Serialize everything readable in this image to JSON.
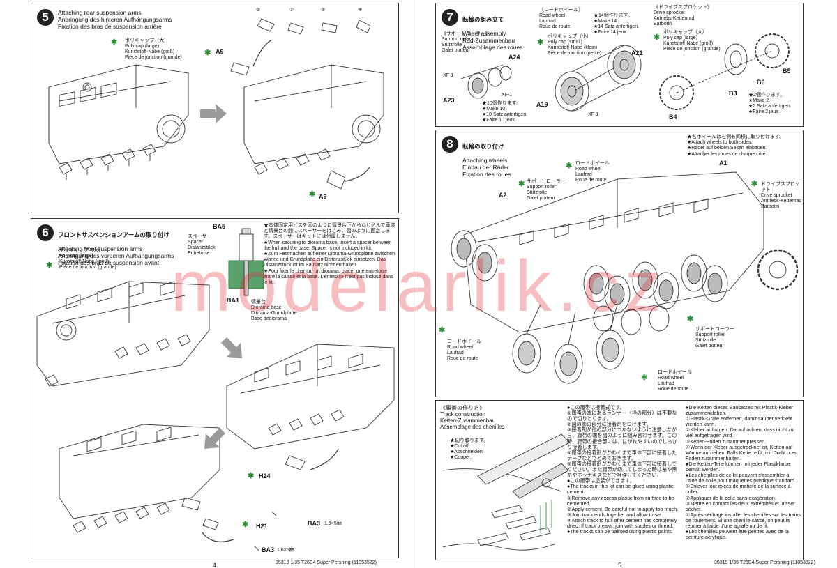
{
  "watermark": "modelarlik.cz",
  "left_page": {
    "page_number": "4",
    "footer": "35319 1/35 T26E4 Super Pershing (11053522)",
    "step5": {
      "number": "5",
      "title": "Attaching rear suspension arms\nAnbringung des hinteren Aufhängungsarms\nFixation des bras de suspension arrière",
      "circle_labels": [
        "①",
        "②",
        "③",
        "④"
      ],
      "poly_cap": "ポリキャップ（大）\nPoly cap (large)\nKunststoff-Nabe (groß)\nPièce de jonction (grande)",
      "part_a9_top": "A9",
      "part_a9_bottom": "A9"
    },
    "step6": {
      "number": "6",
      "title_jp": "フロントサスペンションアームの取り付け",
      "title": "Attaching front suspension arms\nAnbringung des vorderen Aufhängungsarms\nFixation des bras de suspension avant",
      "poly_cap": "ポリキャップ（大）\nPoly cap (large)\nKunststoff-Nabe (groß)\nPièce de jonction (grande)",
      "spacer": "スペーサー\nSpacer\nDistanzstück\nEntretoise",
      "part_ba5": "BA5",
      "part_ba1": "BA1",
      "diorama_base": "情景台\nDiorama base\nDiorama-Grundplatte\nBase dediorama",
      "note": "★本体固定用ビスを図のように情景台下からねじ込んで車体と情景台の間にスペーサーをはさみ、図のように固定します。スペーサーはキットには付属しません。\n★When securing to diorama base, insert a spacer between the hull and the base. Spacer is not included in kit.\n★Zum Festmachen auf einer Diorama-Grundplatte zwischen Wanne und Grundplatte ein Distanzstück einsetzen. Das Distanzstück ist im Bausatz nicht enthalten.\n★Pour fixer le char sur un diorama, placer une entretoise entre la caisse et la base. L'entetoise n'est pas incluse dans le kit.",
      "part_h24": "H24",
      "part_h21": "H21",
      "part_ba3_a": "BA3",
      "screw_a": "1.6×5㎜",
      "part_ba3_b": "BA3",
      "screw_b": "1.6×5㎜"
    }
  },
  "right_page": {
    "page_number": "5",
    "footer": "35319 1/35 T26E4 Super Pershing (11053522)",
    "step7": {
      "number": "7",
      "title_jp": "転輪の組み立て",
      "title": "Wheel assembly\nRad-Zusammenbau\nAssemblage des roues",
      "support_roller": "《サポートローラー》\nSupport roller\nStützrolle\nGalet porteur",
      "road_wheel": "《ロードホイール》\nRoad wheel\nLaufrad\nRoue de route",
      "road_wheel_qty": "★14個作ります。\n★Make 14.\n★14 Satz anfertigen.\n★Faire 14 jeux.",
      "drive_sprocket": "《ドライブスプロケット》\nDrive sprocket\nAntriebs-Kettenrad\nBarbotin",
      "poly_cap_small": "ポリキャップ（小）\nPoly cap (small)\nKunststoff-Nabe (klein)\nPièce de jonction (petite)",
      "poly_cap_large": "ポリキャップ（大）\nPoly cap (large)\nKunststoff-Nabe (groß)\nPièce de jonction (grande)",
      "support_qty": "★10個作ります。\n★Make 10.\n★10 Satz anfertigen.\n★Faire 10 jeux.",
      "sprocket_qty": "★2個作ります。\n★Make 2.\n★2 Satz anfertigen.\n★Faire 2 jeux.",
      "parts": {
        "a24": "A24",
        "a23": "A23",
        "xf1_a": "XF-1",
        "xf1_b": "XF-1",
        "xf1_c": "XF-1",
        "a21": "A21",
        "a19": "A19",
        "b5": "B5",
        "b6": "B6",
        "b3": "B3",
        "b4": "B4"
      }
    },
    "step8": {
      "number": "8",
      "title_jp": "転輪の取り付け",
      "title": "Attaching wheels\nEinbau der Räder\nFixation des roues",
      "note": "★各ホイールは右側も同様に取り付けます。\n★Attach wheels to both sides.\n★Räder auf beiden Seiten einbauen.\n★Attacher les roues de chaque côté.",
      "road_wheel_top": "ロードホイール\nRoad wheel\nLaufrad\nRoue de route",
      "support_roller_top": "サポートローラー\nSupport roller\nStützrolle\nGalet porteur",
      "drive_sprocket": "ドライブスプロケット\nDrive sprocket\nAntriebs-Kettenrad\nBarbotin",
      "road_wheel_left": "ロードホイール\nRoad wheel\nLaufrad\nRoue de route",
      "support_roller_bottom": "サポートローラー\nSupport roller\nStützrolle\nGalet porteur",
      "road_wheel_bottom": "ロードホイール\nRoad wheel\nLaufrad\nRoue de route",
      "part_a1": "A1",
      "part_a2": "A2"
    },
    "track": {
      "title": "《履帯の作り方》\nTrack construction\nKetten-Zusammenbau\nAssemblage des chenilles",
      "cut_off": "★切り取ります。\n★Cut off.\n★Abschneiden.\n★Couper.",
      "col1": "●この履帯は接着式です。\n①履帯の端にあるランナー（枠の部分）は不要なので切りとります。\n②図の影の部分に接着剤をつけます。\n③接着剤が他の部分につかないように注意しながら、履帯の端を図のように組み合わせます。この時、履帯の接合部には、はがれやすいのでしっかり接着します。\n④履帯の接着剤がかわくまで車体下部に接着したテープなどでとめておきます。\n⑤履帯の接着剤がかわくまで車体下部に接着してください。また履帯が切れてしまった時は糸や黒糸やホッチキスなどで補強してください。\n●この履帯は塗装ができます。\n●The tracks in this kit can be glued using plastic cement.\n①Remove any excess plastic from surface to be cemented.\n②Apply cement. Be careful not to apply too much.\n③Join track ends together and allow to set.\n④Attach track to hull after cement has completely dried. If track breaks, join with staples or thread.\n●The tracks can be painted using plastic paints.",
      "col2": "●Die Ketten dieses Bausatzes mit Plastik-Kleber zusammenkleben.\n①Plastik-Grate entfernen, damit sauber verklebt werden kann.\n②Kleber auftragen. Darauf achten, dass nicht zu viel aufgetragen wird.\n③Ketten-Enden zusammenpressen.\n④Wenn der Kleber ausgetrocknet ist, Ketten auf Wanne aufziehen. Falls Kette reißt, mit Draht oder Faden zusammenhalten.\n●Die Ketten-Teile können mit jeder Plastikfarbe bemalt werden.\n●Les chenilles de ce kit peuvent s'assembler à l'aide de colle pour maquettes plastique standard.\n①Enlever tout excès de matière de la surface à coller.\n②Appliquer de la colle sans exagération.\n③Mettre en contact les deux extrémités et laisser sécher.\n④Après séchage installer les chenilles sur les trains de roulement. Si une chenille casse, on peut la réparer à l'aide d'une agrafe ou de fil.\n●Les chenilles peuvent être peintes avec de la peinture acrylique."
    }
  },
  "colors": {
    "accent_green": "#2e8b3a",
    "watermark_red": "#e62832",
    "ink": "#222222"
  }
}
